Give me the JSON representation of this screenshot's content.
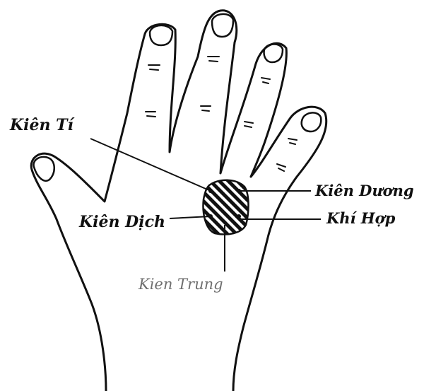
{
  "diagram": {
    "labels": {
      "kien_ti": "Kiên Tí",
      "kien_duong": "Kiên Dương",
      "kien_dich": "Kiên Dịch",
      "khi_hop": "Khí Hợp",
      "kien_trung": "Kien Trung"
    },
    "colors": {
      "ink": "#111111",
      "faded_label": "#6f6f6f",
      "background": "#ffffff"
    },
    "figure": "hand-palm-outline"
  }
}
